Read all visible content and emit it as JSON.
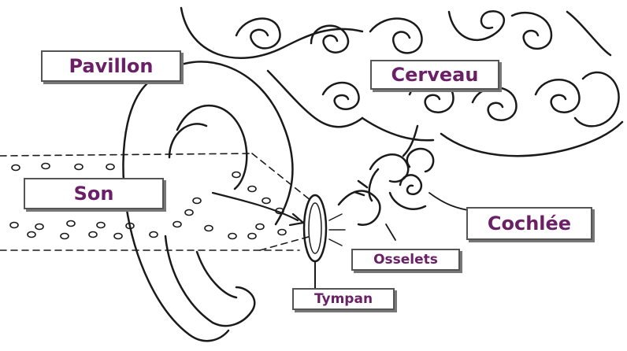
{
  "labels": {
    "pavillon": "Pavillon",
    "cerveau": "Cerveau",
    "son": "Son",
    "cochlee": "Cochlée",
    "osselets": "Osselets",
    "tympan": "Tympan"
  },
  "colors": {
    "label_text": "#6b1f66",
    "label_border": "#555555",
    "line_art": "#1a1a1a"
  }
}
